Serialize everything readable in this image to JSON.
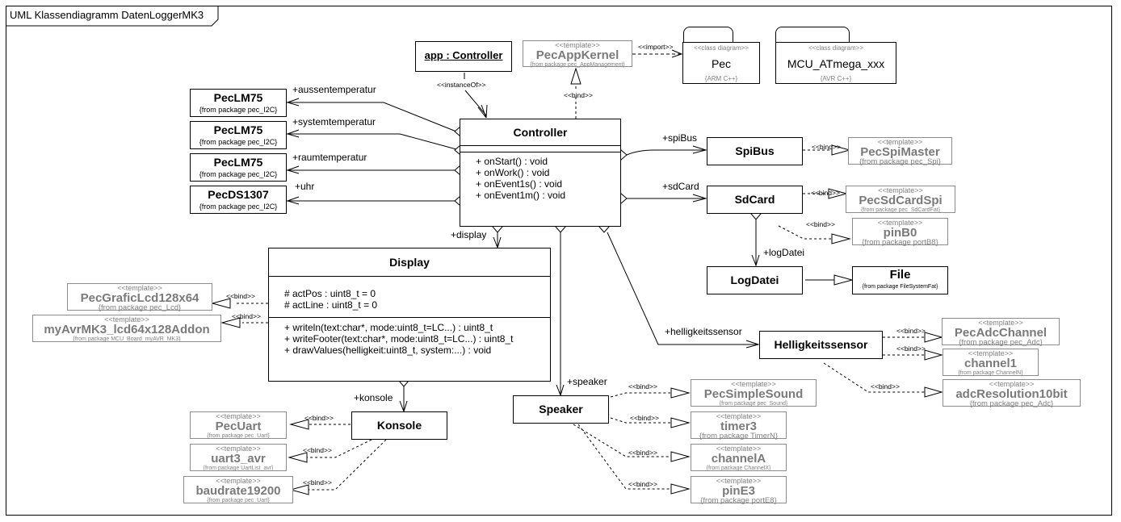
{
  "diagram": {
    "title": "UML Klassendiagramm DatenLoggerMK3"
  },
  "object": {
    "label": "app : Controller"
  },
  "stereotypes": {
    "template": "<<template>>",
    "bind": "<<bind>>",
    "instanceOf": "<<instanceOf>>",
    "import": "<<import>>",
    "class_diagram": "<<class diagram>>"
  },
  "packages": [
    {
      "name": "Pec",
      "lang": "{ARM C++}"
    },
    {
      "name": "MCU_ATmega_xxx",
      "lang": "{AVR C++}"
    }
  ],
  "app_kernel": {
    "name": "PecAppKernel",
    "from": "{from package pec_AppManagement}"
  },
  "controller": {
    "name": "Controller",
    "operations": [
      "+ onStart() : void",
      "+ onWork() : void",
      "+ onEvent1s() : void",
      "+ onEvent1m() : void"
    ]
  },
  "sensors": [
    {
      "name": "PecLM75",
      "from": "{from package pec_I2C}",
      "role": "+aussentemperatur"
    },
    {
      "name": "PecLM75",
      "from": "{from package pec_I2C}",
      "role": "+systemtemperatur"
    },
    {
      "name": "PecLM75",
      "from": "{from package pec_I2C}",
      "role": "+raumtemperatur"
    },
    {
      "name": "PecDS1307",
      "from": "{from package pec_I2C}",
      "role": "+uhr"
    }
  ],
  "display": {
    "name": "Display",
    "role": "+display",
    "attributes": [
      "# actPos : uint8_t = 0",
      "# actLine : uint8_t = 0"
    ],
    "operations": [
      "+ writeln(text:char*, mode:uint8_t=LC...) : uint8_t",
      "+ writeFooter(text:char*, mode:uint8_t=LC...) : uint8_t",
      "+ drawValues(helligkeit:uint8_t, system:...) : void"
    ],
    "templates": [
      {
        "name": "PecGraficLcd128x64",
        "from": "{from package pec_Lcd}"
      },
      {
        "name": "myAvrMK3_lcd64x128Addon",
        "from": "{from package MCU_Board_myAVR_MK3}"
      }
    ]
  },
  "spibus": {
    "name": "SpiBus",
    "role": "+spiBus",
    "template": {
      "name": "PecSpiMaster",
      "from": "{from package pec_Spi}"
    }
  },
  "sdcard": {
    "name": "SdCard",
    "role": "+sdCard",
    "templates": [
      {
        "name": "PecSdCardSpi",
        "from": "{from package pec_SdCardFat}"
      },
      {
        "name": "pinB0",
        "from": "{from package portB8}"
      }
    ]
  },
  "logdatei": {
    "name": "LogDatei",
    "role": "+logDatei"
  },
  "file": {
    "name": "File",
    "from": "{from package FileSystemFat}"
  },
  "helligkeitssensor": {
    "name": "Helligkeitssensor",
    "role": "+helligkeitssensor",
    "templates": [
      {
        "name": "PecAdcChannel",
        "from": "{from package pec_Adc}"
      },
      {
        "name": "channel1",
        "from": "{from package ChannelN}"
      },
      {
        "name": "adcResolution10bit",
        "from": "{from package pec_Adc}"
      }
    ]
  },
  "konsole": {
    "name": "Konsole",
    "role": "+konsole",
    "templates": [
      {
        "name": "PecUart",
        "from": "{from package pec_Uart}"
      },
      {
        "name": "uart3_avr",
        "from": "{from package UartList_avr}"
      },
      {
        "name": "baudrate19200",
        "from": "{from package pec_Uart}"
      }
    ]
  },
  "speaker": {
    "name": "Speaker",
    "role": "+speaker",
    "templates": [
      {
        "name": "PecSimpleSound",
        "from": "{from package pec_Sound}"
      },
      {
        "name": "timer3",
        "from": "{from package TimerN}"
      },
      {
        "name": "channelA",
        "from": "{from package ChannelX}"
      },
      {
        "name": "pinE3",
        "from": "{from package portE8}"
      }
    ]
  }
}
